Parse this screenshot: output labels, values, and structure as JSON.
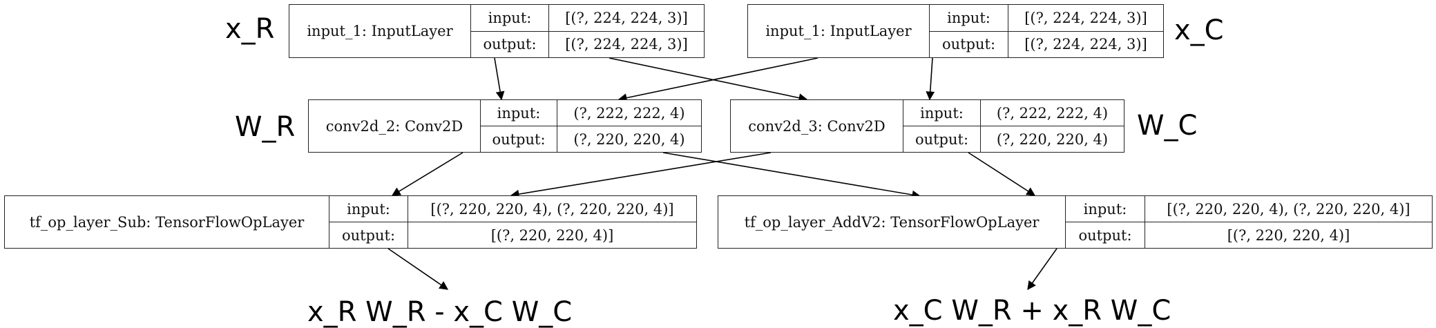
{
  "nodes": {
    "input_left": {
      "name": "input_1: InputLayer",
      "input_key": "input:",
      "input_val": "[(?, 224, 224, 3)]",
      "output_key": "output:",
      "output_val": "[(?, 224, 224, 3)]"
    },
    "input_right": {
      "name": "input_1: InputLayer",
      "input_key": "input:",
      "input_val": "[(?, 224, 224, 3)]",
      "output_key": "output:",
      "output_val": "[(?, 224, 224, 3)]"
    },
    "conv_left": {
      "name": "conv2d_2: Conv2D",
      "input_key": "input:",
      "input_val": "(?, 222, 222, 4)",
      "output_key": "output:",
      "output_val": "(?, 220, 220, 4)"
    },
    "conv_right": {
      "name": "conv2d_3: Conv2D",
      "input_key": "input:",
      "input_val": "(?, 222, 222, 4)",
      "output_key": "output:",
      "output_val": "(?, 220, 220, 4)"
    },
    "sub": {
      "name": "tf_op_layer_Sub: TensorFlowOpLayer",
      "input_key": "input:",
      "input_val": "[(?, 220, 220, 4), (?, 220, 220, 4)]",
      "output_key": "output:",
      "output_val": "[(?, 220, 220, 4)]"
    },
    "add": {
      "name": "tf_op_layer_AddV2: TensorFlowOpLayer",
      "input_key": "input:",
      "input_val": "[(?, 220, 220, 4), (?, 220, 220, 4)]",
      "output_key": "output:",
      "output_val": "[(?, 220, 220, 4)]"
    }
  },
  "labels": {
    "x_r": "x_R",
    "x_c": "x_C",
    "w_r": "W_R",
    "w_c": "W_C",
    "sub_expr": "x_R W_R - x_C W_C",
    "add_expr": "x_C W_R + x_R W_C"
  },
  "edges": [
    {
      "from": "input_left",
      "to": "conv_left"
    },
    {
      "from": "input_left",
      "to": "conv_right"
    },
    {
      "from": "input_right",
      "to": "conv_left"
    },
    {
      "from": "input_right",
      "to": "conv_right"
    },
    {
      "from": "conv_left",
      "to": "sub"
    },
    {
      "from": "conv_left",
      "to": "add"
    },
    {
      "from": "conv_right",
      "to": "sub"
    },
    {
      "from": "conv_right",
      "to": "add"
    },
    {
      "from": "sub",
      "to": "sub_expr"
    },
    {
      "from": "add",
      "to": "add_expr"
    }
  ]
}
